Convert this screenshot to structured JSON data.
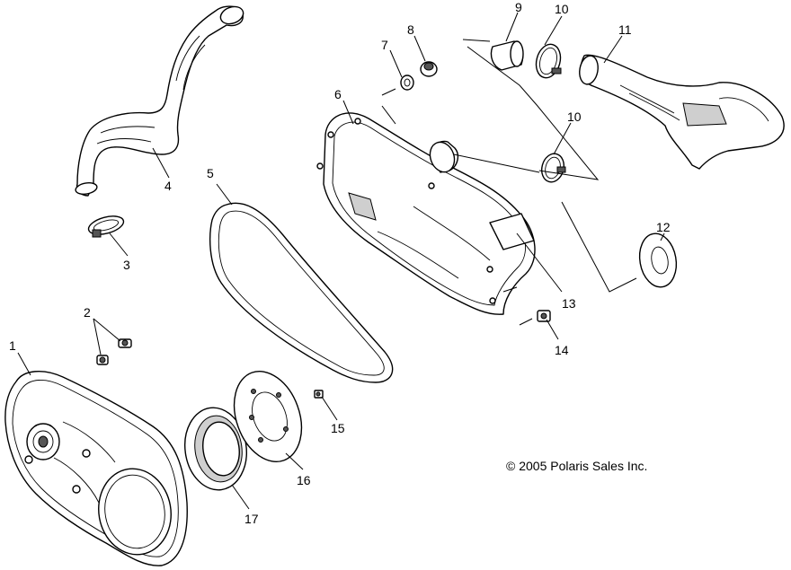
{
  "callouts": [
    "1",
    "2",
    "3",
    "4",
    "5",
    "6",
    "7",
    "8",
    "9",
    "10",
    "10",
    "11",
    "12",
    "13",
    "14",
    "15",
    "16",
    "17"
  ],
  "copyright": "© 2005 Polaris Sales Inc."
}
